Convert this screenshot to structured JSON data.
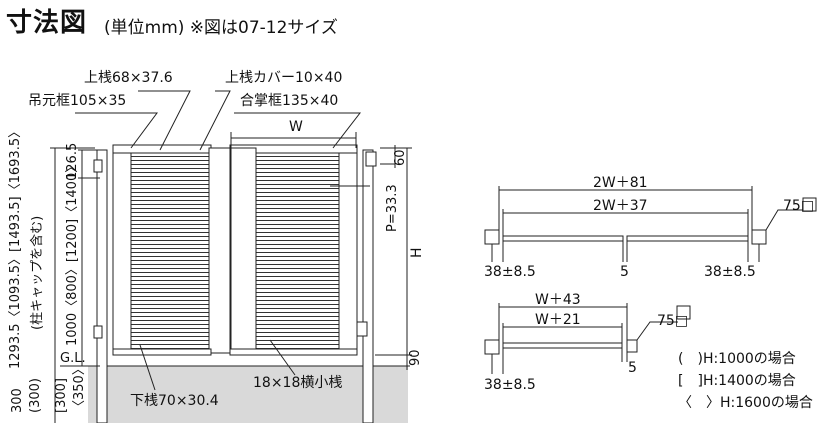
{
  "header": {
    "title": "寸法図",
    "subtitle": "(単位mm) ※図は07-12サイズ"
  },
  "front_view": {
    "labels": {
      "top_rail": "上桟68×37.6",
      "top_rail_cover": "上桟カバー10×40",
      "hanging_frame": "吊元框105×35",
      "meeting_frame": "合掌框135×40",
      "width": "W",
      "gap_60": "60",
      "dim_126_5": "126.5",
      "pitch": "P=33.3",
      "height": "H",
      "panel_heights": "1000〈800〉[1200]〈1400〉",
      "post_height": "1293.5〈1093.5〉[1493.5]〈1693.5〉",
      "post_cap_note": "(柱キャップを含む)",
      "ground_level": "G.L.",
      "bottom_gap": "90",
      "embed_depth": "300",
      "embed_depth_alt": "(300)",
      "embed_alt_1400": "[300]",
      "embed_alt_1600": "〈350〉",
      "bottom_rail": "下桟70×30.4",
      "slat": "18×18横小桟"
    }
  },
  "plan_view_top": {
    "labels": {
      "outer_width": "2W＋81",
      "inner_width": "2W＋37",
      "post_size": "75□",
      "left_offset": "38±8.5",
      "center_gap": "5",
      "right_offset": "38±8.5"
    }
  },
  "plan_view_bottom": {
    "labels": {
      "outer_width": "W＋43",
      "inner_width": "W＋21",
      "post_size": "75□",
      "left_offset": "38±8.5",
      "end_gap": "5"
    }
  },
  "legend": {
    "items": [
      {
        "bracket": "(　)",
        "text": "H:1000の場合"
      },
      {
        "bracket": "[　]",
        "text": "H:1400の場合"
      },
      {
        "bracket": "〈　〉",
        "text": "H:1600の場合"
      }
    ]
  }
}
